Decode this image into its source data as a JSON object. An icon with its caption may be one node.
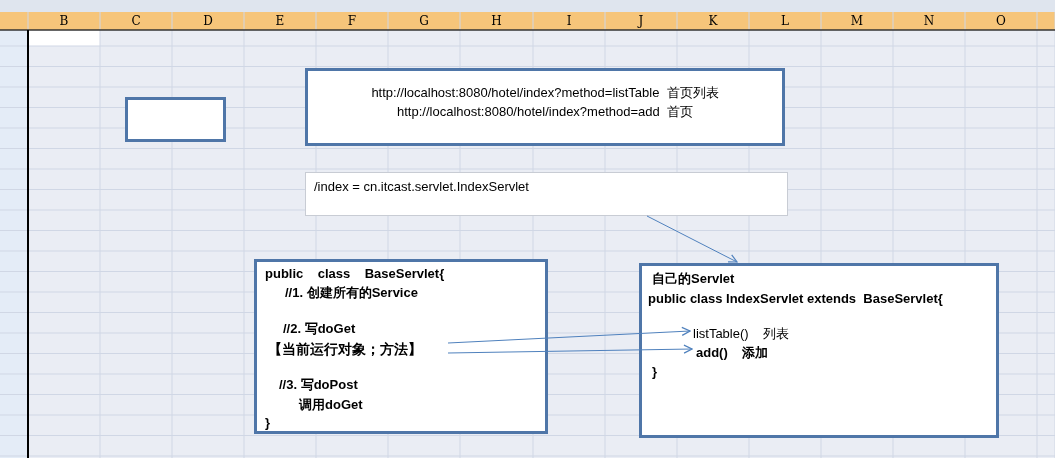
{
  "diagram": {
    "nodes": [
      {
        "text": [],
        "shape": "box"
      },
      {
        "text": [
          "http://localhost:8080/hotel/index?method=listTable  首页列表",
          "http://localhost:8080/hotel/index?method=add  首页"
        ]
      },
      {
        "text": [
          "/index = cn.itcast.servlet.IndexServlet"
        ]
      },
      {
        "text": [
          "public    class    BaseServlet{",
          "//1. 创建所有的Service",
          "//2. 写doGet",
          "//3. 写doPost",
          "调用doGet",
          "}"
        ]
      },
      {
        "text": [
          "自己的Servlet",
          "public class IndexServlet extends  BaseServlet{",
          "}"
        ]
      },
      {
        "text": [
          "【当前运行对象；方法】"
        ],
        "in": 3
      },
      {
        "text": [
          "listTable()    列表"
        ],
        "in": 4
      },
      {
        "text": [
          "add()    添加"
        ],
        "in": 4
      }
    ],
    "edges": [
      {
        "from": 2,
        "to": 4,
        "arrow": "to"
      },
      {
        "from": 5,
        "to": 6,
        "arrow": "to"
      },
      {
        "from": 5,
        "to": 7,
        "arrow": "to"
      }
    ],
    "labels": [
      "B",
      "C",
      "D",
      "E",
      "F",
      "G",
      "H",
      "I",
      "J",
      "K",
      "L",
      "M",
      "N",
      "O"
    ]
  }
}
